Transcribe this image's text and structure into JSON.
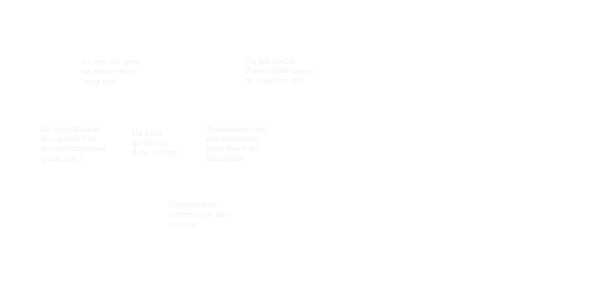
{
  "notes": [
    "Ce qui est gere\nse situe entre\nceux qui",
    "Un jeu social\nd'ensemble usage\ndu contenu qui",
    "La constitution\ndes acteurs et\ndes informations\nqu'ils ont ?",
    "Un quoi\nqu'ils ont\ndans l'ordre",
    "Dominance des\nconversations\navec leurs de\nnouvelles",
    "Comment se\nl'interroger sur\nles voix"
  ]
}
